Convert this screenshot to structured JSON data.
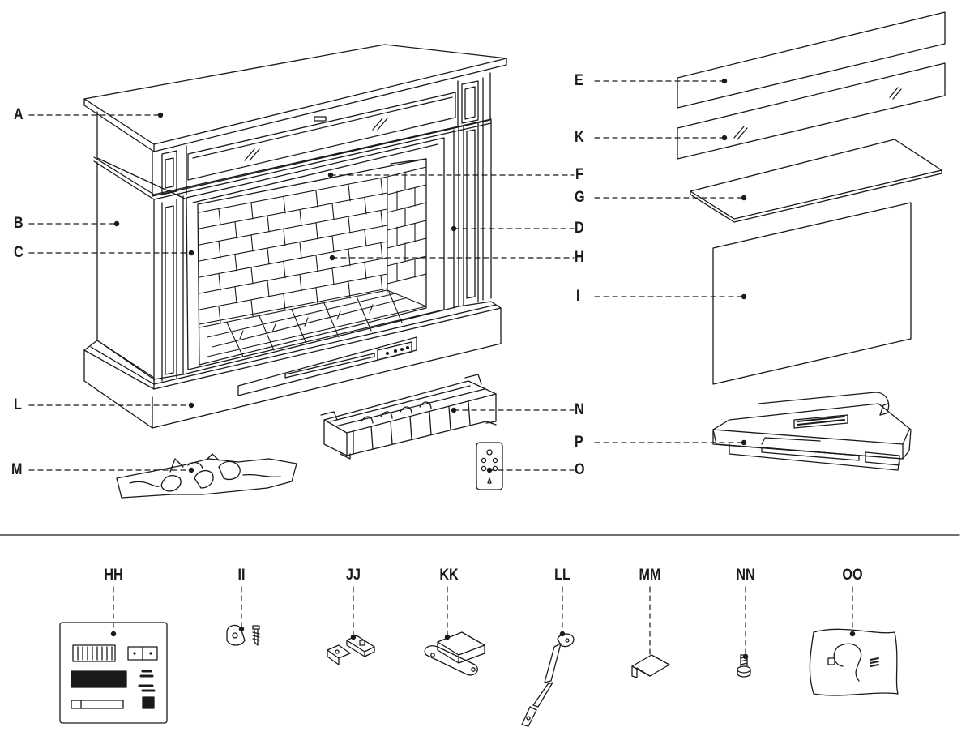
{
  "parts": {
    "A": "A",
    "B": "B",
    "C": "C",
    "L": "L",
    "M": "M",
    "E": "E",
    "K": "K",
    "F": "F",
    "G": "G",
    "D": "D",
    "H": "H",
    "I": "I",
    "N": "N",
    "P": "P",
    "O": "O"
  },
  "hardware": {
    "HH": "HH",
    "II": "II",
    "JJ": "JJ",
    "KK": "KK",
    "LL": "LL",
    "MM": "MM",
    "NN": "NN",
    "OO": "OO"
  },
  "colors": {
    "line": "#1a1a1a",
    "background": "#ffffff"
  }
}
